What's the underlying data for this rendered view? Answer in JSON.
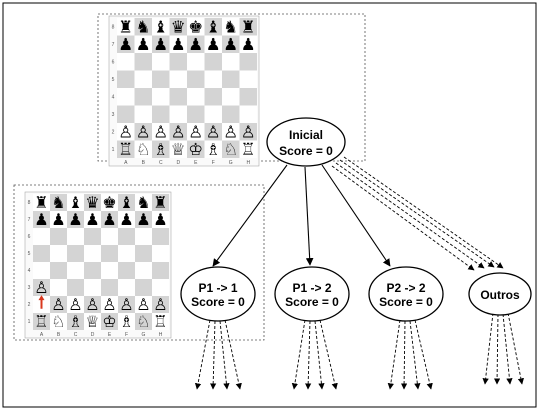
{
  "boards": [
    {
      "id": "initial",
      "files": [
        "A",
        "B",
        "C",
        "D",
        "E",
        "F",
        "G",
        "H"
      ],
      "ranks": [
        "8",
        "7",
        "6",
        "5",
        "4",
        "3",
        "2",
        "1"
      ],
      "rows": [
        [
          "r",
          "n",
          "b",
          "q",
          "k",
          "b",
          "n",
          "r"
        ],
        [
          "p",
          "p",
          "p",
          "p",
          "p",
          "p",
          "p",
          "p"
        ],
        [
          "",
          "",
          "",
          "",
          "",
          "",
          "",
          ""
        ],
        [
          "",
          "",
          "",
          "",
          "",
          "",
          "",
          ""
        ],
        [
          "",
          "",
          "",
          "",
          "",
          "",
          "",
          ""
        ],
        [
          "",
          "",
          "",
          "",
          "",
          "",
          "",
          ""
        ],
        [
          "P",
          "P",
          "P",
          "P",
          "P",
          "P",
          "P",
          "P"
        ],
        [
          "R",
          "N",
          "B",
          "Q",
          "K",
          "B",
          "N",
          "R"
        ]
      ],
      "move_arrow": null
    },
    {
      "id": "after-p1-to-1",
      "files": [
        "A",
        "B",
        "C",
        "D",
        "E",
        "F",
        "G",
        "H"
      ],
      "ranks": [
        "8",
        "7",
        "6",
        "5",
        "4",
        "3",
        "2",
        "1"
      ],
      "rows": [
        [
          "r",
          "n",
          "b",
          "q",
          "k",
          "b",
          "n",
          "r"
        ],
        [
          "p",
          "p",
          "p",
          "p",
          "p",
          "p",
          "p",
          "p"
        ],
        [
          "",
          "",
          "",
          "",
          "",
          "",
          "",
          ""
        ],
        [
          "",
          "",
          "",
          "",
          "",
          "",
          "",
          ""
        ],
        [
          "",
          "",
          "",
          "",
          "",
          "",
          "",
          ""
        ],
        [
          "P",
          "",
          "",
          "",
          "",
          "",
          "",
          ""
        ],
        [
          "",
          "P",
          "P",
          "P",
          "P",
          "P",
          "P",
          "P"
        ],
        [
          "R",
          "N",
          "B",
          "Q",
          "K",
          "B",
          "N",
          "R"
        ]
      ],
      "move_arrow": {
        "from": "a2",
        "to": "a3",
        "color": "#d9381e"
      }
    }
  ],
  "nodes": {
    "root": {
      "line1": "Inicial",
      "line2": "Score = 0"
    },
    "children": [
      {
        "line1": "P1 -> 1",
        "line2": "Score = 0"
      },
      {
        "line1": "P1 -> 2",
        "line2": "Score = 0"
      },
      {
        "line1": "P2 -> 2",
        "line2": "Score = 0"
      },
      {
        "line1": "Outros",
        "line2": ""
      }
    ]
  },
  "colors": {
    "light_square": "#ffffff",
    "dark_square": "#d4d4d4",
    "line": "#000000"
  }
}
